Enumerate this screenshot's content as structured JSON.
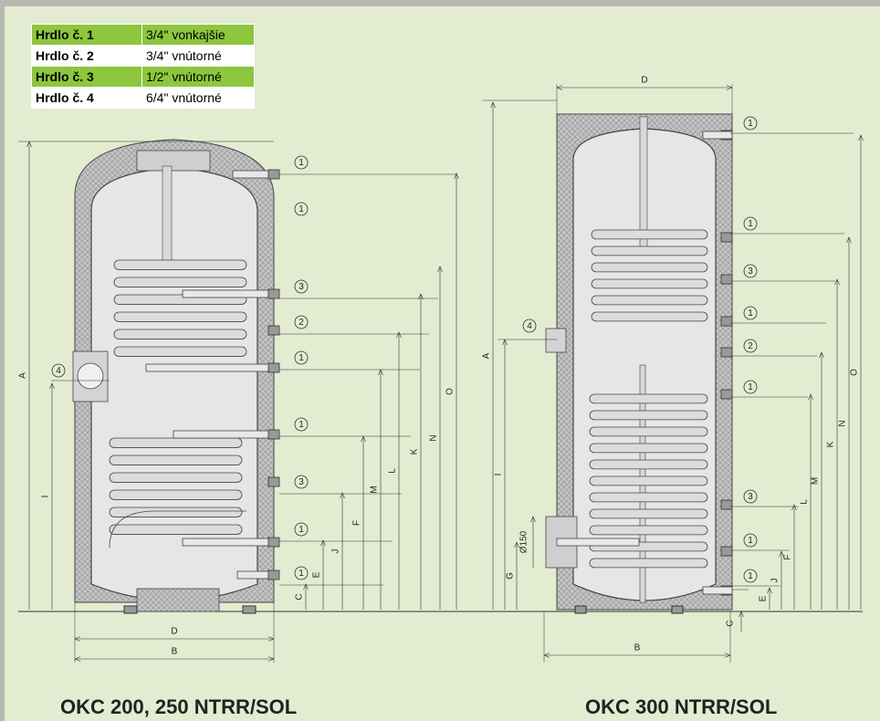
{
  "connections": [
    {
      "key": "Hrdlo č. 1",
      "value": "3/4\" vonkajšie",
      "highlight": true
    },
    {
      "key": "Hrdlo č. 2",
      "value": "3/4\" vnútorné",
      "highlight": false
    },
    {
      "key": "Hrdlo č. 3",
      "value": "1/2\" vnútorné",
      "highlight": true
    },
    {
      "key": "Hrdlo č. 4",
      "value": "6/4\" vnútorné",
      "highlight": false
    }
  ],
  "left_tank": {
    "caption": "OKC 200, 250 NTRR/SOL",
    "callouts": [
      "1",
      "1",
      "3",
      "2",
      "1",
      "1",
      "3",
      "1",
      "1",
      "4"
    ],
    "dims": [
      "A",
      "I",
      "C",
      "E",
      "J",
      "F",
      "M",
      "L",
      "K",
      "N",
      "O",
      "D",
      "B"
    ]
  },
  "right_tank": {
    "caption": "OKC 300 NTRR/SOL",
    "callouts": [
      "1",
      "1",
      "3",
      "1",
      "2",
      "1",
      "3",
      "1",
      "1",
      "4"
    ],
    "dims": [
      "D",
      "A",
      "I",
      "G",
      "Ø150",
      "E",
      "J",
      "F",
      "L",
      "M",
      "K",
      "N",
      "O",
      "C",
      "B"
    ]
  },
  "colors": {
    "background": "#e3ecd0",
    "legend_green": "#8dc63f",
    "frame": "#b7b9b2",
    "insulation": "#bdbdbd"
  }
}
